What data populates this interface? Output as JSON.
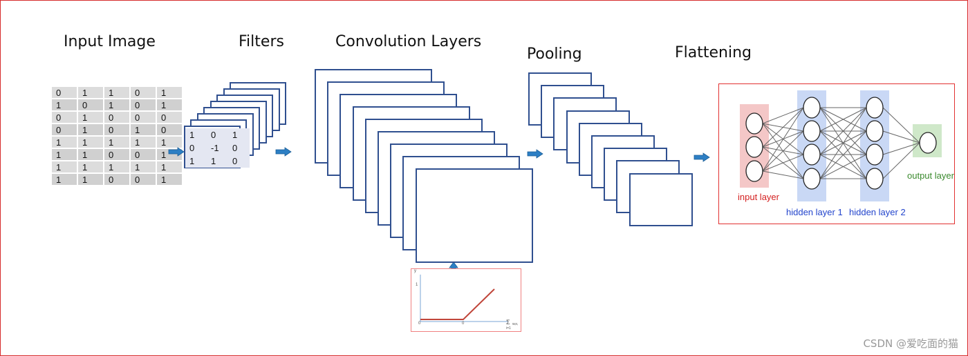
{
  "titles": {
    "input_image": "Input Image",
    "filters": "Filters",
    "convolution_layers": "Convolution Layers",
    "pooling": "Pooling",
    "flattening": "Flattening"
  },
  "input_matrix": [
    [
      "0",
      "1",
      "1",
      "0",
      "1"
    ],
    [
      "1",
      "0",
      "1",
      "0",
      "1"
    ],
    [
      "0",
      "1",
      "0",
      "0",
      "0"
    ],
    [
      "0",
      "1",
      "0",
      "1",
      "0"
    ],
    [
      "1",
      "1",
      "1",
      "1",
      "1"
    ],
    [
      "1",
      "1",
      "0",
      "0",
      "1"
    ],
    [
      "1",
      "1",
      "1",
      "1",
      "1"
    ],
    [
      "1",
      "1",
      "0",
      "0",
      "1"
    ]
  ],
  "filter_matrix": [
    [
      "1",
      "0",
      "1"
    ],
    [
      "0",
      "-1",
      "0"
    ],
    [
      "1",
      "1",
      "0"
    ]
  ],
  "relu_graph": {
    "y_label": "y",
    "tick_y": "1",
    "tick_x0": "0",
    "tick_x1": "0",
    "sum_label": "Σ",
    "sum_sub": "i=1",
    "sum_term": "wᵢxᵢ"
  },
  "network": {
    "input_label": "input layer",
    "hidden1_label": "hidden layer 1",
    "hidden2_label": "hidden layer 2",
    "output_label": "output layer",
    "colors": {
      "input_bg": "#f4c7c7",
      "hidden_bg": "#c9d8f5",
      "output_bg": "#cfe8c9",
      "input_text": "#d42020",
      "hidden_text": "#2244cc",
      "output_text": "#3b8a2e"
    }
  },
  "watermark": "CSDN @爱吃面的猫",
  "colors": {
    "frame": "#d62b2b",
    "layer_border": "#2f4f8f",
    "arrow": "#2d7fc4"
  }
}
